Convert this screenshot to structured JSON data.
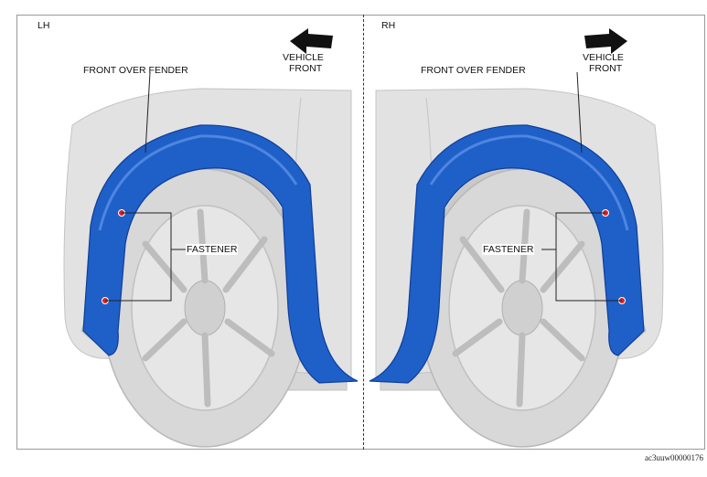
{
  "panels": {
    "left": {
      "side": "LH",
      "callout_fender": "FRONT OVER FENDER",
      "callout_fastener": "FASTENER",
      "vehicle_front_line1": "VEHICLE",
      "vehicle_front_line2": "FRONT",
      "arrow_direction": "left"
    },
    "right": {
      "side": "RH",
      "callout_fender": "FRONT OVER FENDER",
      "callout_fastener": "FASTENER",
      "vehicle_front_line1": "VEHICLE",
      "vehicle_front_line2": "FRONT",
      "arrow_direction": "right"
    }
  },
  "figure_code": "ac3uuw00000176",
  "colors": {
    "fender_blue": "#1f5fc8",
    "fender_edge": "#0e3f9a",
    "body_gray": "#dcdcdc",
    "tire_gray": "#d2d2d2",
    "fastener_red": "#e0201a"
  }
}
